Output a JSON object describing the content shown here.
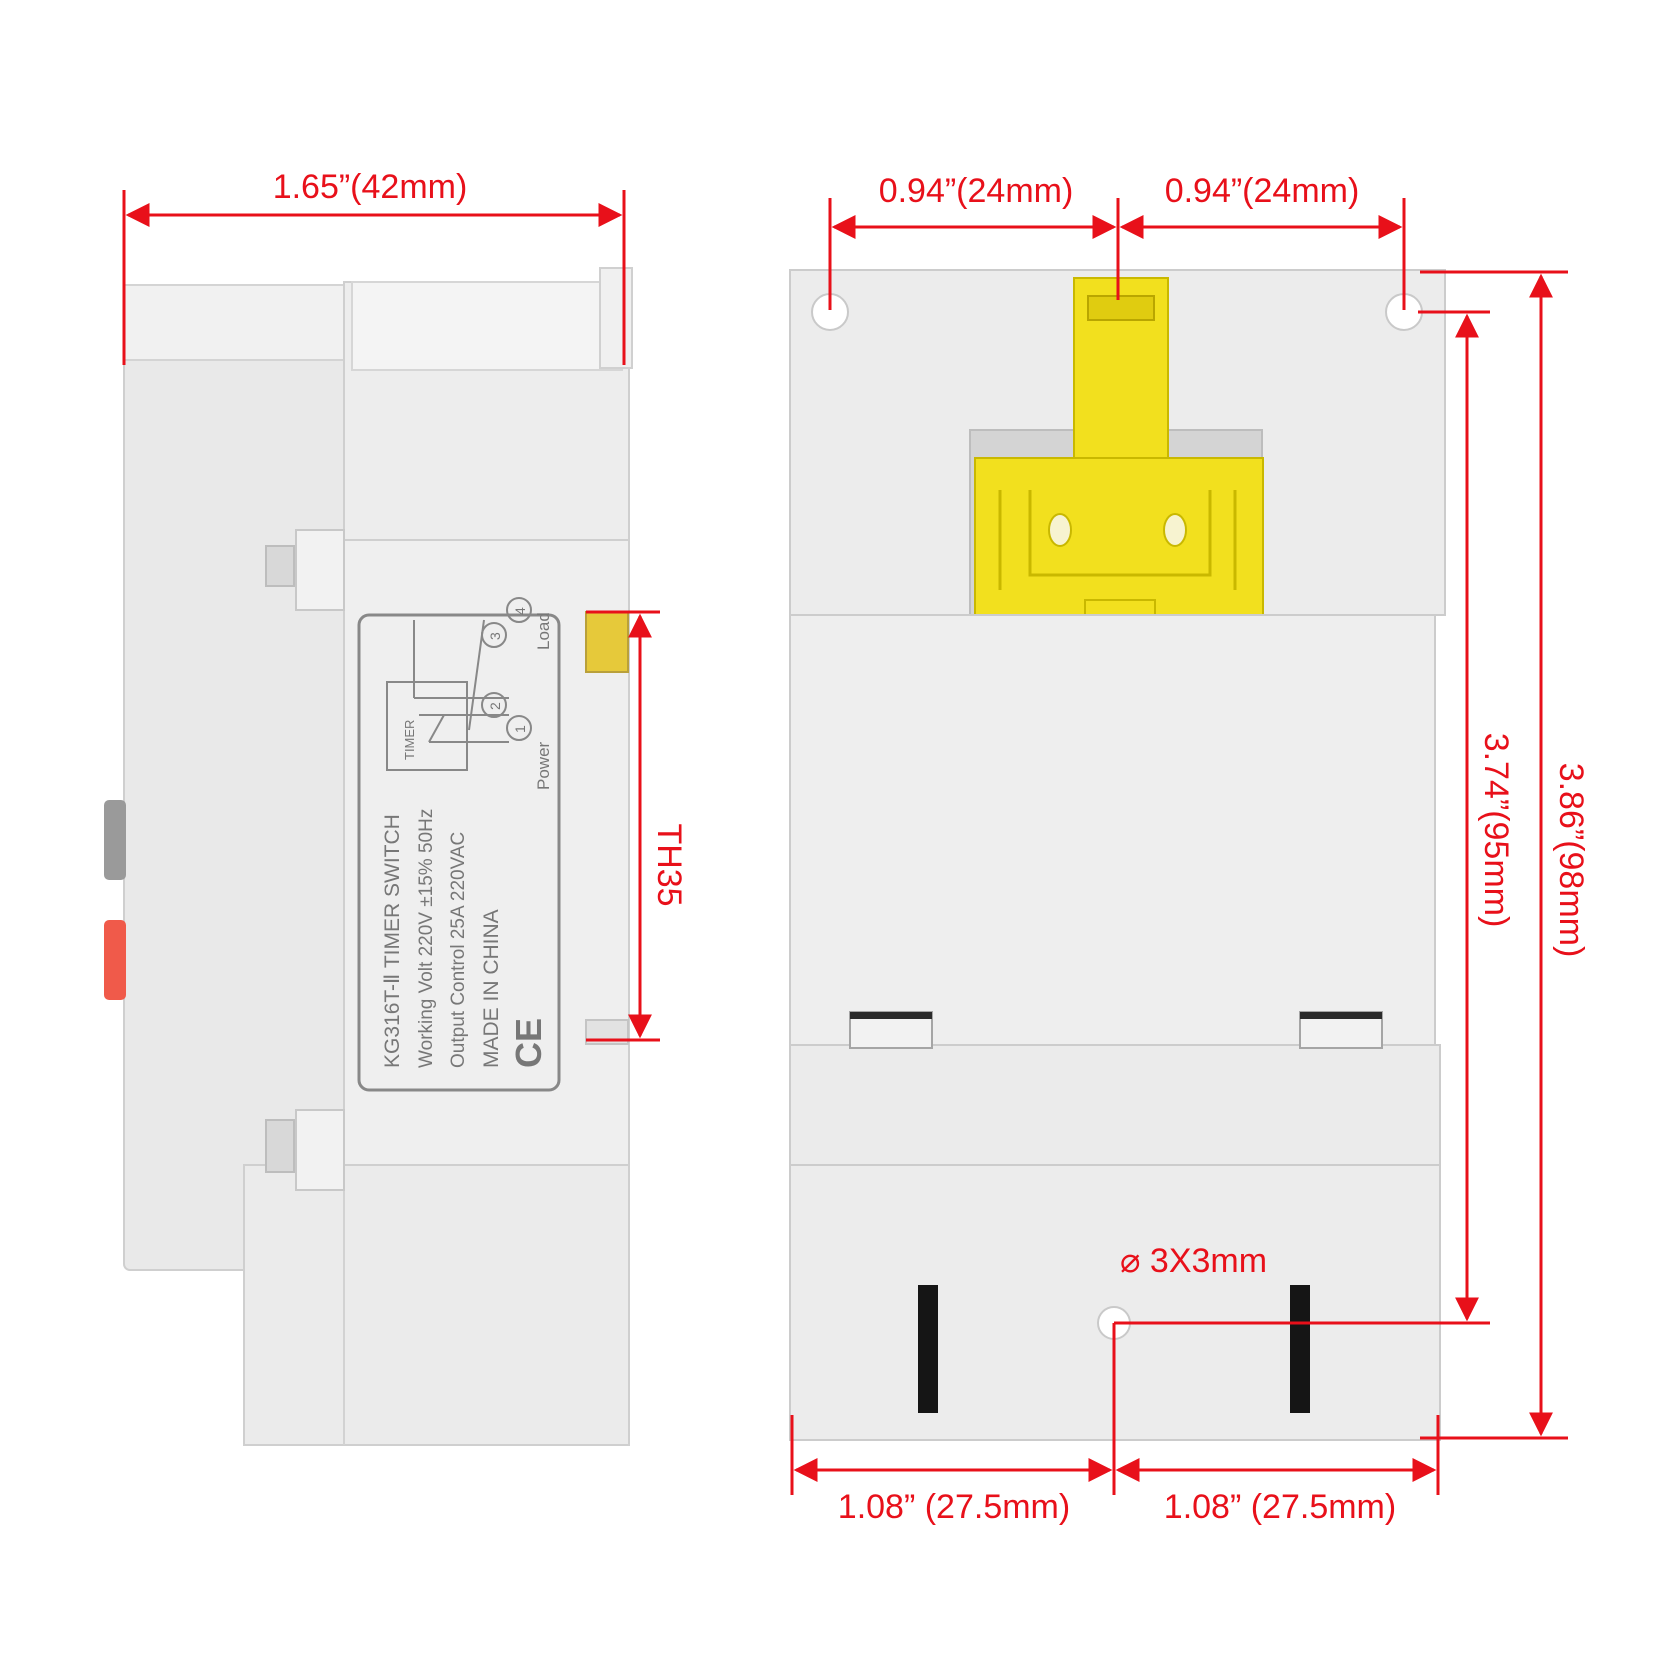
{
  "dimensions": {
    "side_width": "1.65”(42mm)",
    "hole_spacing_left": "0.94”(24mm)",
    "hole_spacing_right": "0.94”(24mm)",
    "din_rail": "TH35",
    "hole_height": "3.74”(95mm)",
    "total_height": "3.86”(98mm)",
    "hole_diameter": "⌀ 3X3mm",
    "bottom_left": "1.08” (27.5mm)",
    "bottom_right": "1.08” (27.5mm)"
  },
  "label": {
    "model": "KG316T-Ⅱ  TIMER SWITCH",
    "working_volt": "Working Volt   220V ±15% 50Hz",
    "output_control": "Output Control   25A  220VAC",
    "made_in": "MADE IN CHINA",
    "ce_mark": "CE",
    "timer": "TIMER",
    "load": "Load",
    "power": "Power",
    "terminal_1": "1",
    "terminal_2": "2",
    "terminal_3": "3",
    "terminal_4": "4"
  },
  "colors": {
    "dimension_red": "#e8101a",
    "housing_gray": "#ebebeb",
    "latch_yellow": "#f2e01e",
    "button_red": "#f05a4a",
    "button_gray": "#9a9a9a"
  }
}
